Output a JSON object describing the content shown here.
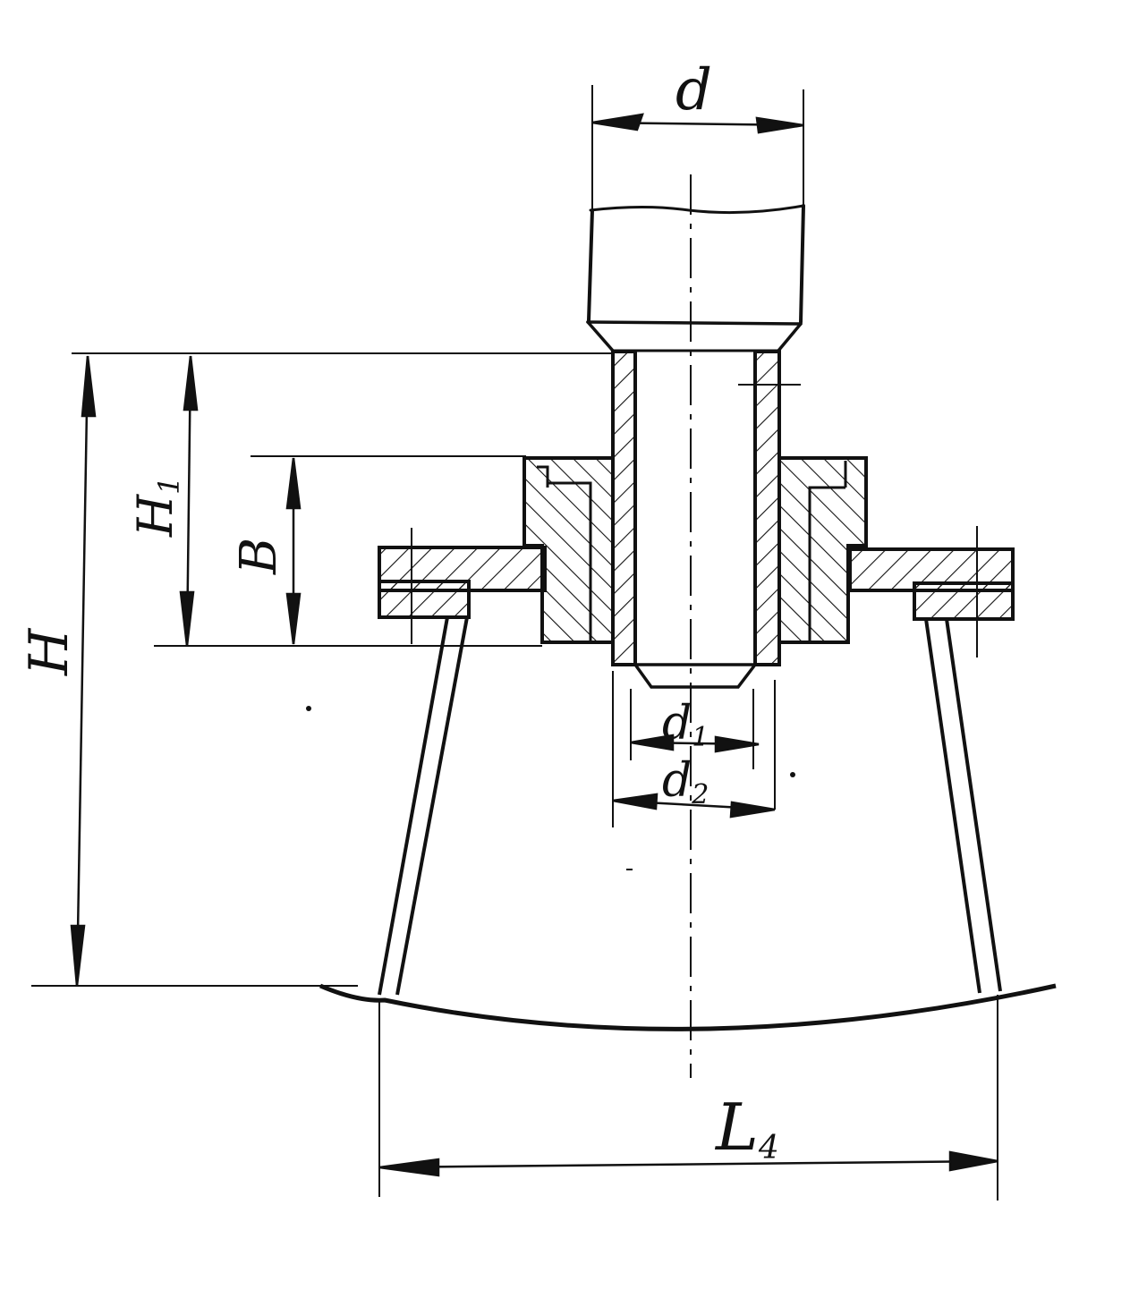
{
  "labels": {
    "d": "d",
    "d1": "d",
    "d1_sub": "1",
    "d2": "d",
    "d2_sub": "2",
    "H": "H",
    "H1": "H",
    "H1_sub": "1",
    "B": "B",
    "L": "L",
    "L_sub": "4"
  },
  "colors": {
    "ink": "#111111",
    "paper": "#ffffff"
  }
}
